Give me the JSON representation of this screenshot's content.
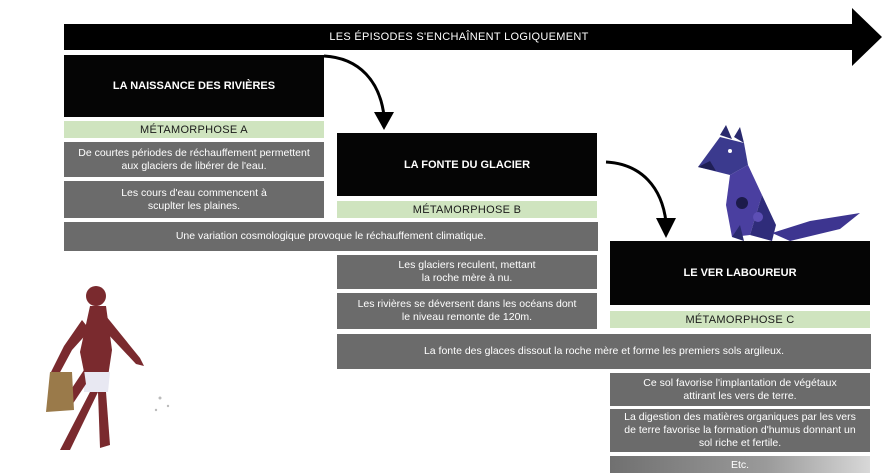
{
  "banner": {
    "text": "LES ÉPISODES S'ENCHAÎNENT LOGIQUEMENT"
  },
  "column_a": {
    "title": "LA NAISSANCE DES RIVIÈRES",
    "metamorphose": "MÉTAMORPHOSE A",
    "fact1": "De courtes périodes de réchauffement permettent aux glaciers de libérer de l'eau.",
    "fact2": "Les cours d'eau commencent à scuplter les plaines.",
    "summary": "Une variation cosmologique provoque le réchauffement climatique."
  },
  "column_b": {
    "title": "LA FONTE DU GLACIER",
    "metamorphose": "MÉTAMORPHOSE B",
    "fact1": "Les glaciers reculent, mettant la roche mère à nu.",
    "fact2": "Les rivières se déversent dans les océans dont le niveau remonte de 120m.",
    "summary": "La fonte des glaces dissout la roche mère et forme les premiers sols argileux."
  },
  "column_c": {
    "title": "LE VER LABOUREUR",
    "metamorphose": "MÉTAMORPHOSE C",
    "fact1": "Ce sol favorise l'implantation de végétaux attirant les vers de terre.",
    "fact2": "La digestion des matières organiques par les vers de terre favorise la formation d'humus donnant un sol riche et fertile.",
    "etc": "Etc."
  },
  "colors": {
    "black": "#050505",
    "green": "#cfe4bf",
    "grey": "#6b6b6b",
    "wolf": "#3b3a8e",
    "figure": "#7a2a2e"
  }
}
